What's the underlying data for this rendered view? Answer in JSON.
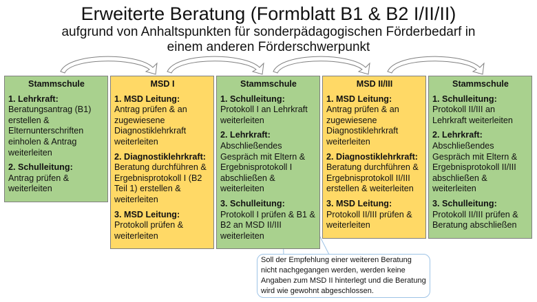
{
  "title": "Erweiterte Beratung (Formblatt B1 & B2 I/II/II)",
  "subtitle_line1": "aufgrund von Anhaltspunkten für sonderpädagogischen Förderbedarf in",
  "subtitle_line2": "einem anderen Förderschwerpunkt",
  "columns": [
    {
      "header": "Stammschule",
      "color": "#a9d18e",
      "steps": [
        {
          "title": "1. Lehrkraft:",
          "text": "Beratungsantrag (B1) erstellen & Elternunterschriften einholen & Antrag weiterleiten"
        },
        {
          "title": "2. Schulleitung:",
          "text": "Antrag prüfen & weiterleiten"
        }
      ]
    },
    {
      "header": "MSD I",
      "color": "#ffd966",
      "steps": [
        {
          "title": "1. MSD Leitung:",
          "text": "Antrag prüfen & an zugewiesene Diagnostiklehrkraft weiterleiten"
        },
        {
          "title": "2. Diagnostiklehrkraft:",
          "text": "Beratung durchführen & Ergebnisprotokoll I (B2 Teil 1) erstellen & weiterleiten"
        },
        {
          "title": "3. MSD Leitung:",
          "text": "Protokoll prüfen & weiterleiten"
        }
      ]
    },
    {
      "header": "Stammschule",
      "color": "#a9d18e",
      "steps": [
        {
          "title": "1. Schulleitung:",
          "text": "Protokoll I an Lehrkraft weiterleiten"
        },
        {
          "title": "2. Lehrkraft:",
          "text": "Abschließendes Gespräch mit Eltern & Ergebnisprotokoll I abschließen & weiterleiten"
        },
        {
          "title": "3. Schulleitung:",
          "text": "Protokoll I prüfen & B1 & B2 an MSD II/III weiterleiten"
        }
      ]
    },
    {
      "header": "MSD II/III",
      "color": "#ffd966",
      "steps": [
        {
          "title": "1. MSD Leitung:",
          "text": "Antrag prüfen & an zugewiesene Diagnostiklehrkraft weiterleiten"
        },
        {
          "title": "2. Diagnostiklehrkraft:",
          "text": "Beratung durchführen & Ergebnisprotokoll II/III erstellen & weiterleiten"
        },
        {
          "title": "3. MSD Leitung:",
          "text": "Protokoll II/III prüfen & weiterleiten"
        }
      ]
    },
    {
      "header": "Stammschule",
      "color": "#a9d18e",
      "steps": [
        {
          "title": "1. Schulleitung:",
          "text": "Protokoll II/III an Lehrkraft weiterleiten"
        },
        {
          "title": "2. Lehrkraft:",
          "text": "Abschließendes Gespräch mit Eltern & Ergebnisprotokoll II/III abschließen & weiterleiten"
        },
        {
          "title": "3. Schulleitung:",
          "text": "Protokoll II/III prüfen & Beratung abschließen"
        }
      ]
    }
  ],
  "callout": "Soll der Empfehlung einer weiteren Beratung nicht nachgegangen werden, werden keine Angaben zum MSD II hinterlegt und die Beratung wird wie gewohnt abgeschlossen."
}
